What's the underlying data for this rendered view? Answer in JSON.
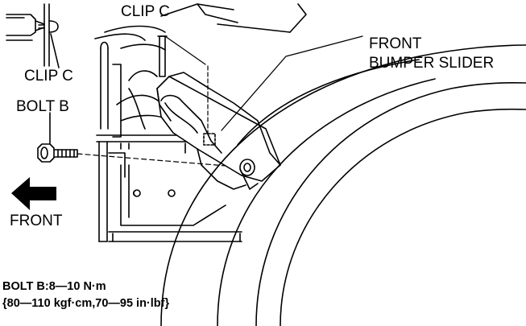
{
  "labels": {
    "clip_c_top": "CLIP C",
    "clip_c_left": "CLIP C",
    "bolt_b": "BOLT B",
    "front_bumper_slider_line1": "FRONT",
    "front_bumper_slider_line2": "BUMPER SLIDER",
    "front": "FRONT"
  },
  "spec": {
    "line1": "BOLT B:8—10 N·m",
    "line2": "{80—110 kgf·cm,70—95 in·lbf}"
  },
  "icons": {
    "front_arrow": "arrow-left-icon"
  }
}
